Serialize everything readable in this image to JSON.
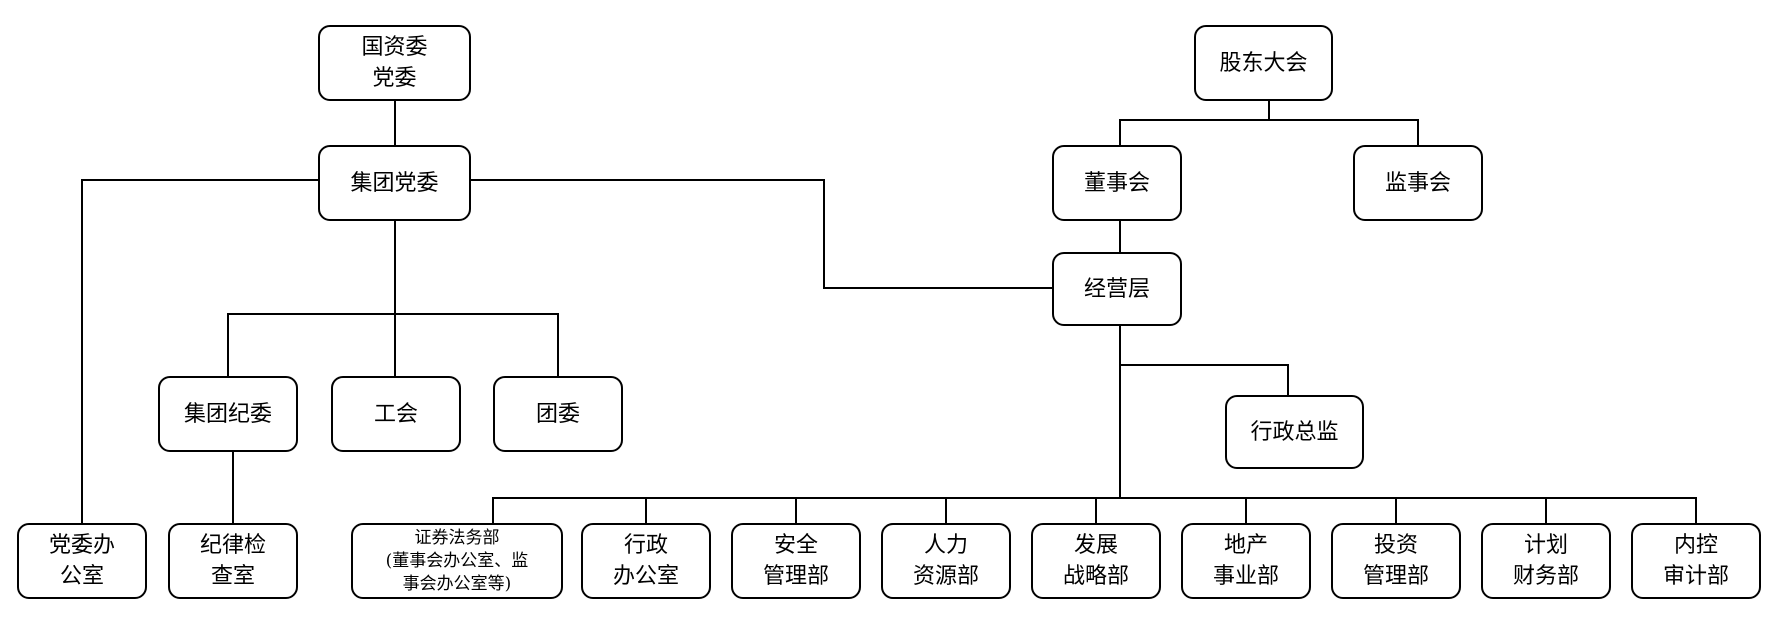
{
  "org_chart": {
    "sasac_party": "国资委\n党委",
    "group_party": "集团党委",
    "group_discipline": "集团纪委",
    "union": "工会",
    "youth_league": "团委",
    "party_office": "党委办\n公室",
    "discipline_office": "纪律检\n查室",
    "shareholders": "股东大会",
    "board": "董事会",
    "supervisors": "监事会",
    "management": "经营层",
    "admin_director": "行政总监",
    "departments": {
      "securities_legal": "证券法务部\n(董事会办公室、监\n事会办公室等)",
      "admin_office": "行政\n办公室",
      "safety": "安全\n管理部",
      "hr": "人力\n资源部",
      "strategy": "发展\n战略部",
      "real_estate": "地产\n事业部",
      "investment": "投资\n管理部",
      "finance": "计划\n财务部",
      "audit": "内控\n审计部"
    }
  }
}
